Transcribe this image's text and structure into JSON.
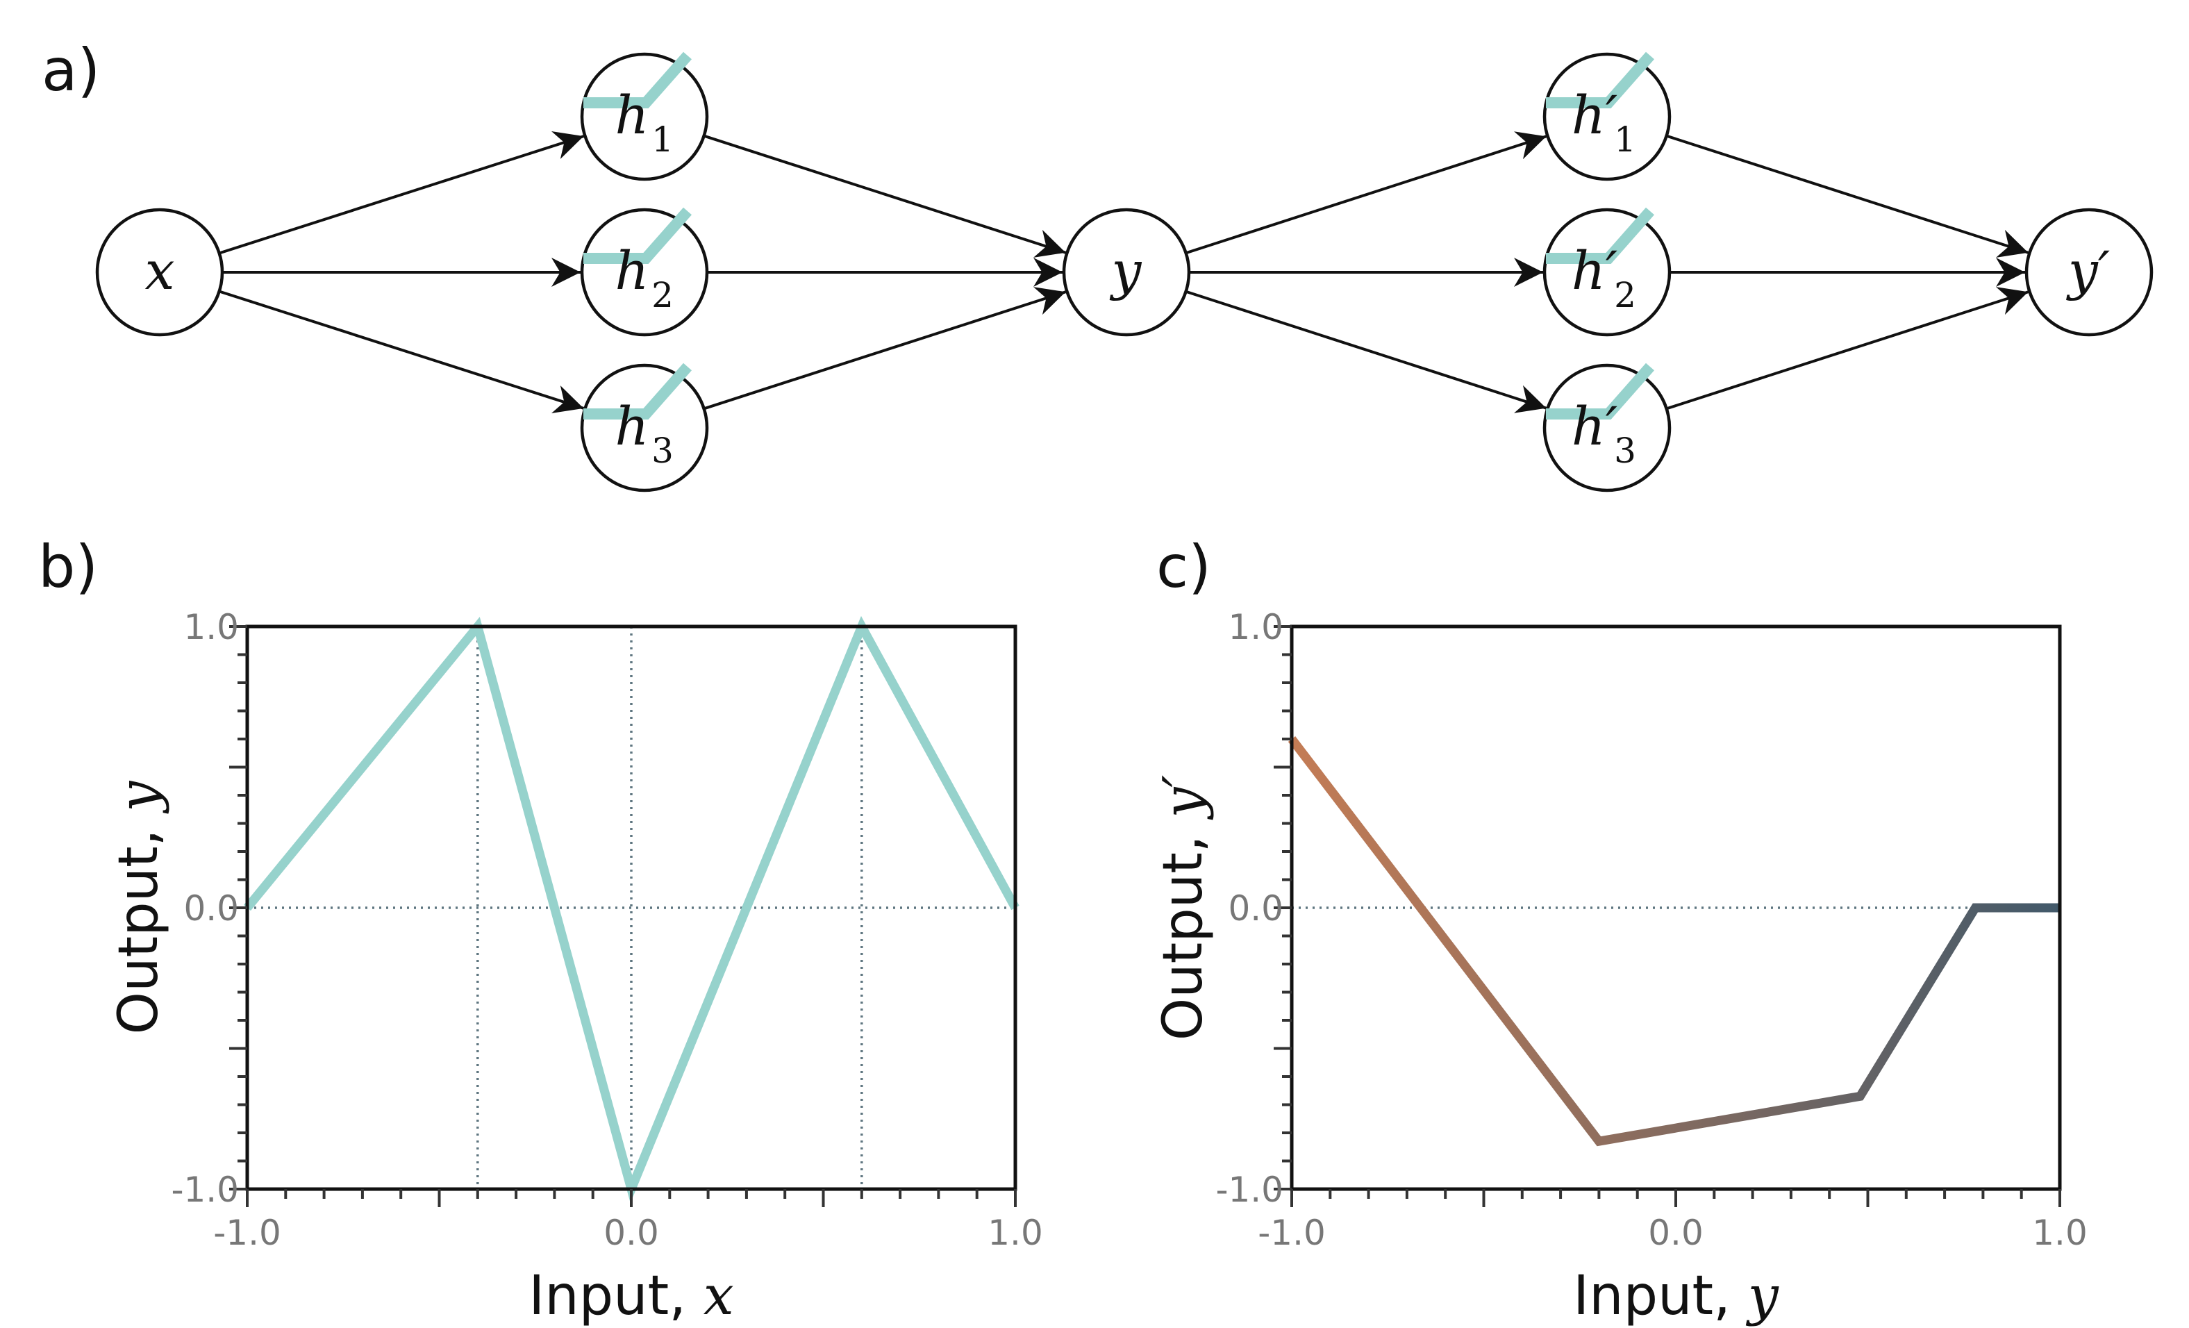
{
  "panels": {
    "a": "a)",
    "b": "b)",
    "c": "c)"
  },
  "network": {
    "activation_color": "#96d2cc",
    "nodes": {
      "x": {
        "var": "x",
        "sub": ""
      },
      "h1": {
        "var": "h",
        "sub": "1"
      },
      "h2": {
        "var": "h",
        "sub": "2"
      },
      "h3": {
        "var": "h",
        "sub": "3"
      },
      "y": {
        "var": "y",
        "sub": ""
      },
      "hp1": {
        "var": "h′",
        "sub": "1"
      },
      "hp2": {
        "var": "h′",
        "sub": "2"
      },
      "hp3": {
        "var": "h′",
        "sub": "3"
      },
      "yp": {
        "var": "y′",
        "sub": ""
      }
    }
  },
  "chart_data": [
    {
      "panel": "b",
      "type": "line",
      "xlabel_text": "Input, ",
      "xlabel_var": "x",
      "ylabel_text": "Output, ",
      "ylabel_var": "y",
      "xlim": [
        -1.0,
        1.0
      ],
      "ylim": [
        -1.0,
        1.0
      ],
      "xtick_labels": [
        "-1.0",
        "0.0",
        "1.0"
      ],
      "ytick_labels": [
        "-1.0",
        "0.0",
        "1.0"
      ],
      "color": "#96d2cc",
      "x": [
        -1.0,
        -0.4,
        0.0,
        0.6,
        1.0
      ],
      "y": [
        0.0,
        1.0,
        -1.0,
        1.0,
        0.0
      ],
      "reference_lines_x": [
        -0.4,
        0.0,
        0.6
      ],
      "reference_lines_y": [
        0.0
      ]
    },
    {
      "panel": "c",
      "type": "line",
      "xlabel_text": "Input, ",
      "xlabel_var": "y",
      "ylabel_text": "Output, ",
      "ylabel_var": "y′",
      "xlim": [
        -1.0,
        1.0
      ],
      "ylim": [
        -1.0,
        1.0
      ],
      "xtick_labels": [
        "-1.0",
        "0.0",
        "1.0"
      ],
      "ytick_labels": [
        "-1.0",
        "0.0",
        "1.0"
      ],
      "gradient_colors": [
        "#c47c55",
        "#42596a"
      ],
      "x": [
        -1.0,
        -0.2,
        0.48,
        0.78,
        1.0
      ],
      "y": [
        0.6,
        -0.83,
        -0.67,
        0.0,
        0.0
      ],
      "reference_lines_x": [],
      "reference_lines_y": [
        0.0
      ]
    }
  ]
}
